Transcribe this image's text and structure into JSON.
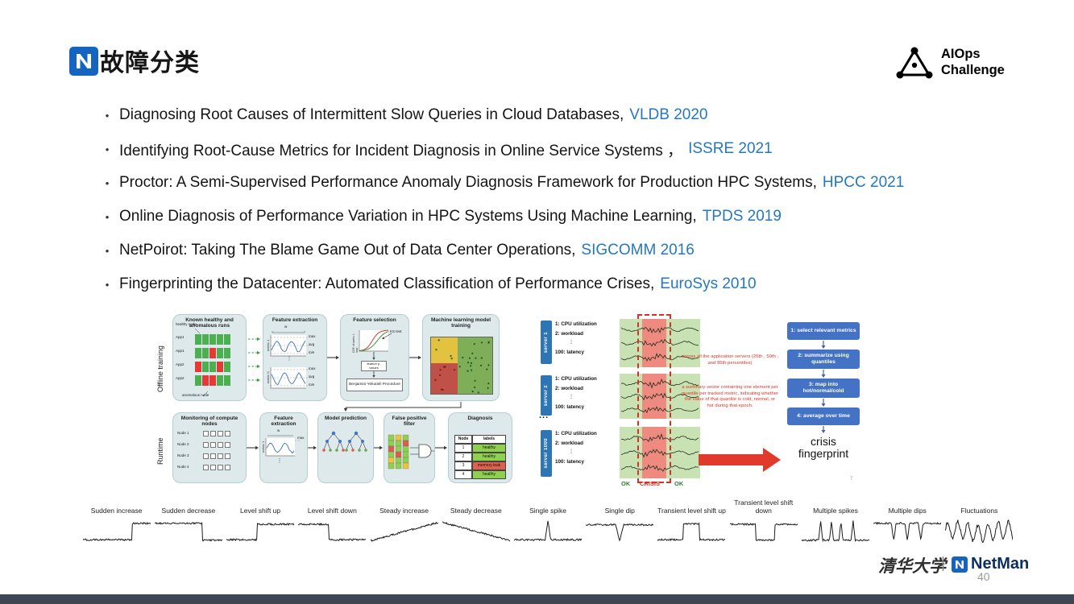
{
  "slide": {
    "title": "故障分类",
    "page_number": "40"
  },
  "header_logo": {
    "line1": "AIOps",
    "line2": "Challenge"
  },
  "papers": [
    {
      "title": "Diagnosing Root Causes of Intermittent Slow Queries in Cloud Databases,",
      "venue": "VLDB 2020"
    },
    {
      "title": "Identifying Root-Cause Metrics for Incident Diagnosis in Online Service Systems ，",
      "venue": "ISSRE 2021"
    },
    {
      "title": "Proctor: A Semi-Supervised Performance Anomaly Diagnosis Framework for Production HPC Systems,",
      "venue": "HPCC 2021"
    },
    {
      "title": "Online Diagnosis of Performance Variation in HPC Systems Using Machine Learning,",
      "venue": "TPDS 2019"
    },
    {
      "title": "NetPoirot: Taking The Blame Game Out of Data Center Operations,",
      "venue": "SIGCOMM 2016"
    },
    {
      "title": "Fingerprinting the Datacenter: Automated Classification of Performance Crises,",
      "venue": "EuroSys 2010"
    }
  ],
  "pipeline": {
    "offline_label": "Offline training",
    "runtime_label": "Runtime",
    "runs_title": "Known healthy and anomalous runs",
    "healthy_node": "healthy node",
    "anomalous_node": "anomalous node",
    "apps": [
      "App1",
      "App1",
      "App2",
      "App2"
    ],
    "fe_title": "Feature extraction",
    "w": "w",
    "metric1": "metric 1",
    "metricN": "metric N",
    "max": "max",
    "avg": "avg",
    "min": "min",
    "dots": "⋮",
    "fs_title": "Feature selection",
    "ks": "KS test",
    "cdf": "CDF of metric 1 max",
    "pvalues": "feature p-values",
    "procedure": "Benjamini-Yekutieli Procedure",
    "ml_title": "Machine learning model training",
    "mon_title": "Monitoring of compute nodes",
    "nodes": [
      "Node 1",
      "Node 2",
      "Node 3",
      "Node 4"
    ],
    "fe2_title": "Feature extraction",
    "mp_title": "Model prediction",
    "fpf_title": "False positive filter",
    "diag_title": "Diagnosis",
    "diag_header_node": "Node",
    "diag_header_labels": "labels",
    "diag_rows": [
      {
        "id": "1",
        "label": "healthy",
        "status": "ok"
      },
      {
        "id": "2",
        "label": "healthy",
        "status": "ok"
      },
      {
        "id": "3",
        "label": "memory leak",
        "status": "bad"
      },
      {
        "id": "4",
        "label": "healthy",
        "status": "ok"
      }
    ]
  },
  "fingerprint": {
    "servers": [
      "server 1",
      "server 2",
      "server 1000"
    ],
    "metric_cpu": "1: CPU utilization",
    "metric_workload": "2: workload",
    "metric_latency": "100: latency",
    "vdots": "⋮",
    "ellipsis": "...",
    "ok_left": "OK",
    "crisis": "CRISIS",
    "ok_right": "OK",
    "annotation_top": "across all the application servers (25th , 50th , and 95th percentiles)",
    "annotation_bottom": "a summary vector containing one element per quantile per tracked metric, indicating whether the value of that quantile is cold, normal, or hot during that epoch.",
    "steps": [
      "1: select relevant metrics",
      "2: summarize using quantiles",
      "3: map into hot/normal/cold",
      "4: average over time"
    ],
    "result_line1": "crisis",
    "result_line2": "fingerprint",
    "fig_page": "7"
  },
  "patterns": [
    "Sudden increase",
    "Sudden decrease",
    "Level shift up",
    "Level shift down",
    "Steady increase",
    "Steady decrease",
    "Single spike",
    "Single dip",
    "Transient level shift up",
    "Transient level shift down",
    "Multiple spikes",
    "Multiple dips",
    "Fluctuations"
  ],
  "footer": {
    "tsinghua": "清华大学",
    "divider": "|",
    "netman": "NetMan"
  },
  "colors": {
    "accent_blue": "#2478BE",
    "step_blue": "#4472C4",
    "server_blue": "#2E75B6",
    "crisis_red": "#D93025",
    "ok_green": "#2E7D32",
    "panel_teal": "#DDE9EB",
    "chart_green": "#C9E2B4",
    "band_red": "#EF8A80"
  }
}
